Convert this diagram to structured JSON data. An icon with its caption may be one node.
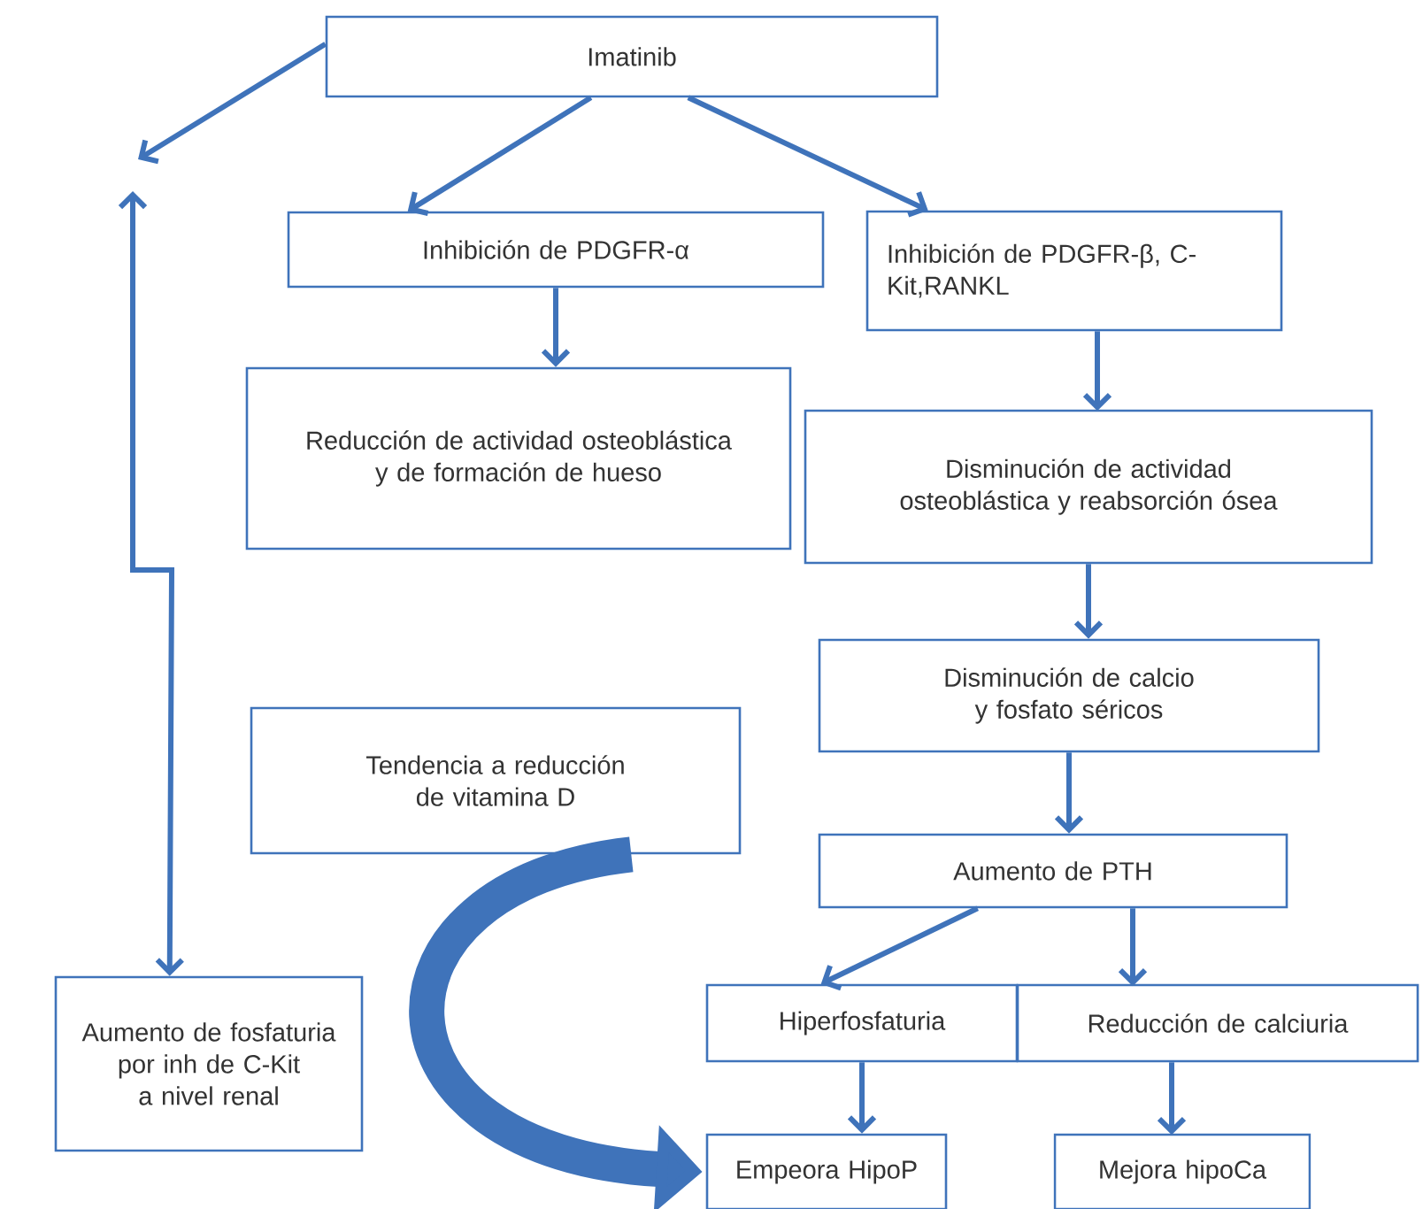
{
  "diagram": {
    "nodes": [
      {
        "text": [
          "Imatinib"
        ]
      },
      {
        "text": [
          "Inhibición de PDGFR-α"
        ]
      },
      {
        "text": [
          "Inhibición de PDGFR-β, C-Kit,RANKL"
        ]
      },
      {
        "text": [
          "Reducción de actividad osteoblástica y de formación de hueso"
        ]
      },
      {
        "text": [
          "Disminución de actividad osteoblástica y reabsorción ósea"
        ]
      },
      {
        "text": [
          "Disminución de calcio y fosfato séricos"
        ]
      },
      {
        "text": [
          "Tendencia a reducción de vitamina D"
        ]
      },
      {
        "text": [
          "Aumento de PTH"
        ]
      },
      {
        "text": [
          "Aumento de fosfaturia por inh de C-Kit a nivel renal"
        ]
      },
      {
        "text": [
          "Hiperfosfaturia"
        ]
      },
      {
        "text": [
          "Reducción de calciuria"
        ]
      },
      {
        "text": [
          "Empeora HipoP"
        ]
      },
      {
        "text": [
          "Mejora hipoCa"
        ]
      }
    ],
    "edges": [
      {
        "from": 0,
        "to": null,
        "arrow": "to"
      },
      {
        "from": null,
        "to": 8,
        "arrow": "both"
      },
      {
        "from": 0,
        "to": 1,
        "arrow": "to"
      },
      {
        "from": 0,
        "to": 2,
        "arrow": "to"
      },
      {
        "from": 1,
        "to": 3,
        "arrow": "to"
      },
      {
        "from": 2,
        "to": 4,
        "arrow": "to"
      },
      {
        "from": 4,
        "to": 5,
        "arrow": "to"
      },
      {
        "from": 5,
        "to": 7,
        "arrow": "to"
      },
      {
        "from": 7,
        "to": 9,
        "arrow": "to"
      },
      {
        "from": 7,
        "to": 10,
        "arrow": "to"
      },
      {
        "from": 9,
        "to": 11,
        "arrow": "to"
      },
      {
        "from": 10,
        "to": 12,
        "arrow": "to"
      },
      {
        "from": 6,
        "to": 11,
        "arrow": "to",
        "style": "thick"
      }
    ]
  }
}
